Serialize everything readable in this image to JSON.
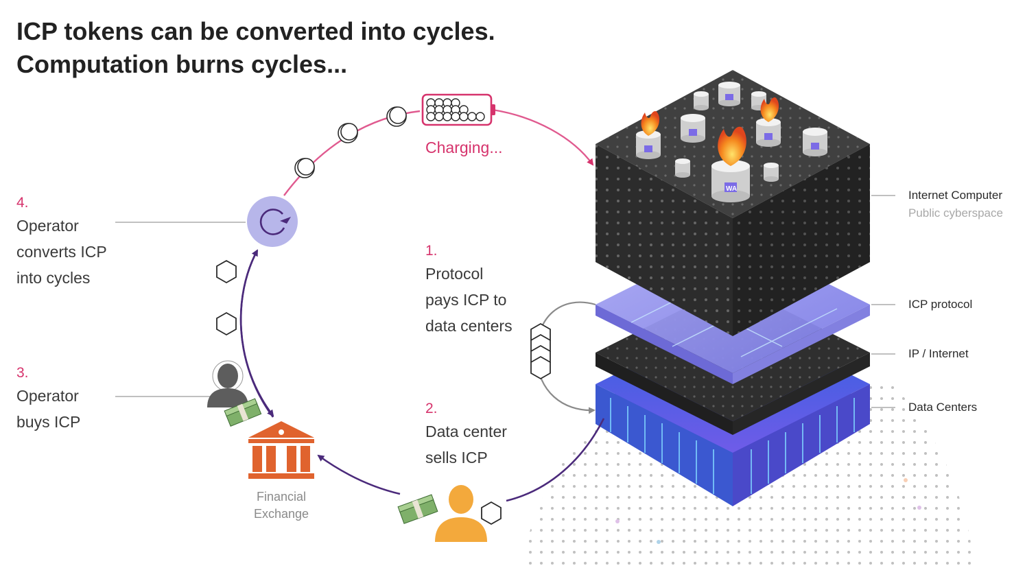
{
  "title": {
    "line1": "ICP tokens can be converted into cycles.",
    "line2": "Computation burns cycles..."
  },
  "charging_label": "Charging...",
  "steps": [
    {
      "number": "1.",
      "lines": [
        "Protocol",
        "pays ICP to",
        "data centers"
      ]
    },
    {
      "number": "2.",
      "lines": [
        "Data center",
        "sells ICP"
      ]
    },
    {
      "number": "3.",
      "lines": [
        "Operator",
        "buys ICP"
      ]
    },
    {
      "number": "4.",
      "lines": [
        "Operator",
        "converts ICP",
        "into cycles"
      ]
    }
  ],
  "layers": {
    "internet_computer": {
      "label": "Internet Computer",
      "sub": "Public cyberspace"
    },
    "icp_protocol": {
      "label": "ICP protocol"
    },
    "ip_internet": {
      "label": "IP / Internet"
    },
    "data_centers": {
      "label": "Data Centers"
    }
  },
  "exchange": {
    "line1": "Financial",
    "line2": "Exchange"
  },
  "canister_label": "WA",
  "colors": {
    "accent_pink": "#d6336c",
    "cycle_arrow": "#4b2a7b",
    "converter_fill": "#b7b6ea",
    "bank_orange": "#e0632e",
    "person_orange": "#f3a93c",
    "person_gray": "#5d5d5d",
    "cube_dark": "#3a3a3a",
    "protocol_plate": "#8f8fe8",
    "datacenter_blue": "#4d6bd8"
  },
  "icons": {
    "converter": "refresh-cycle-icon",
    "bank": "bank-building-icon",
    "data_center_person": "person-icon",
    "operator_person": "person-icon",
    "money": "cash-stack-icon",
    "token": "hexagon-token-icon",
    "cycle": "circle-cycle-icon",
    "battery": "battery-icon",
    "fire": "flame-icon"
  }
}
